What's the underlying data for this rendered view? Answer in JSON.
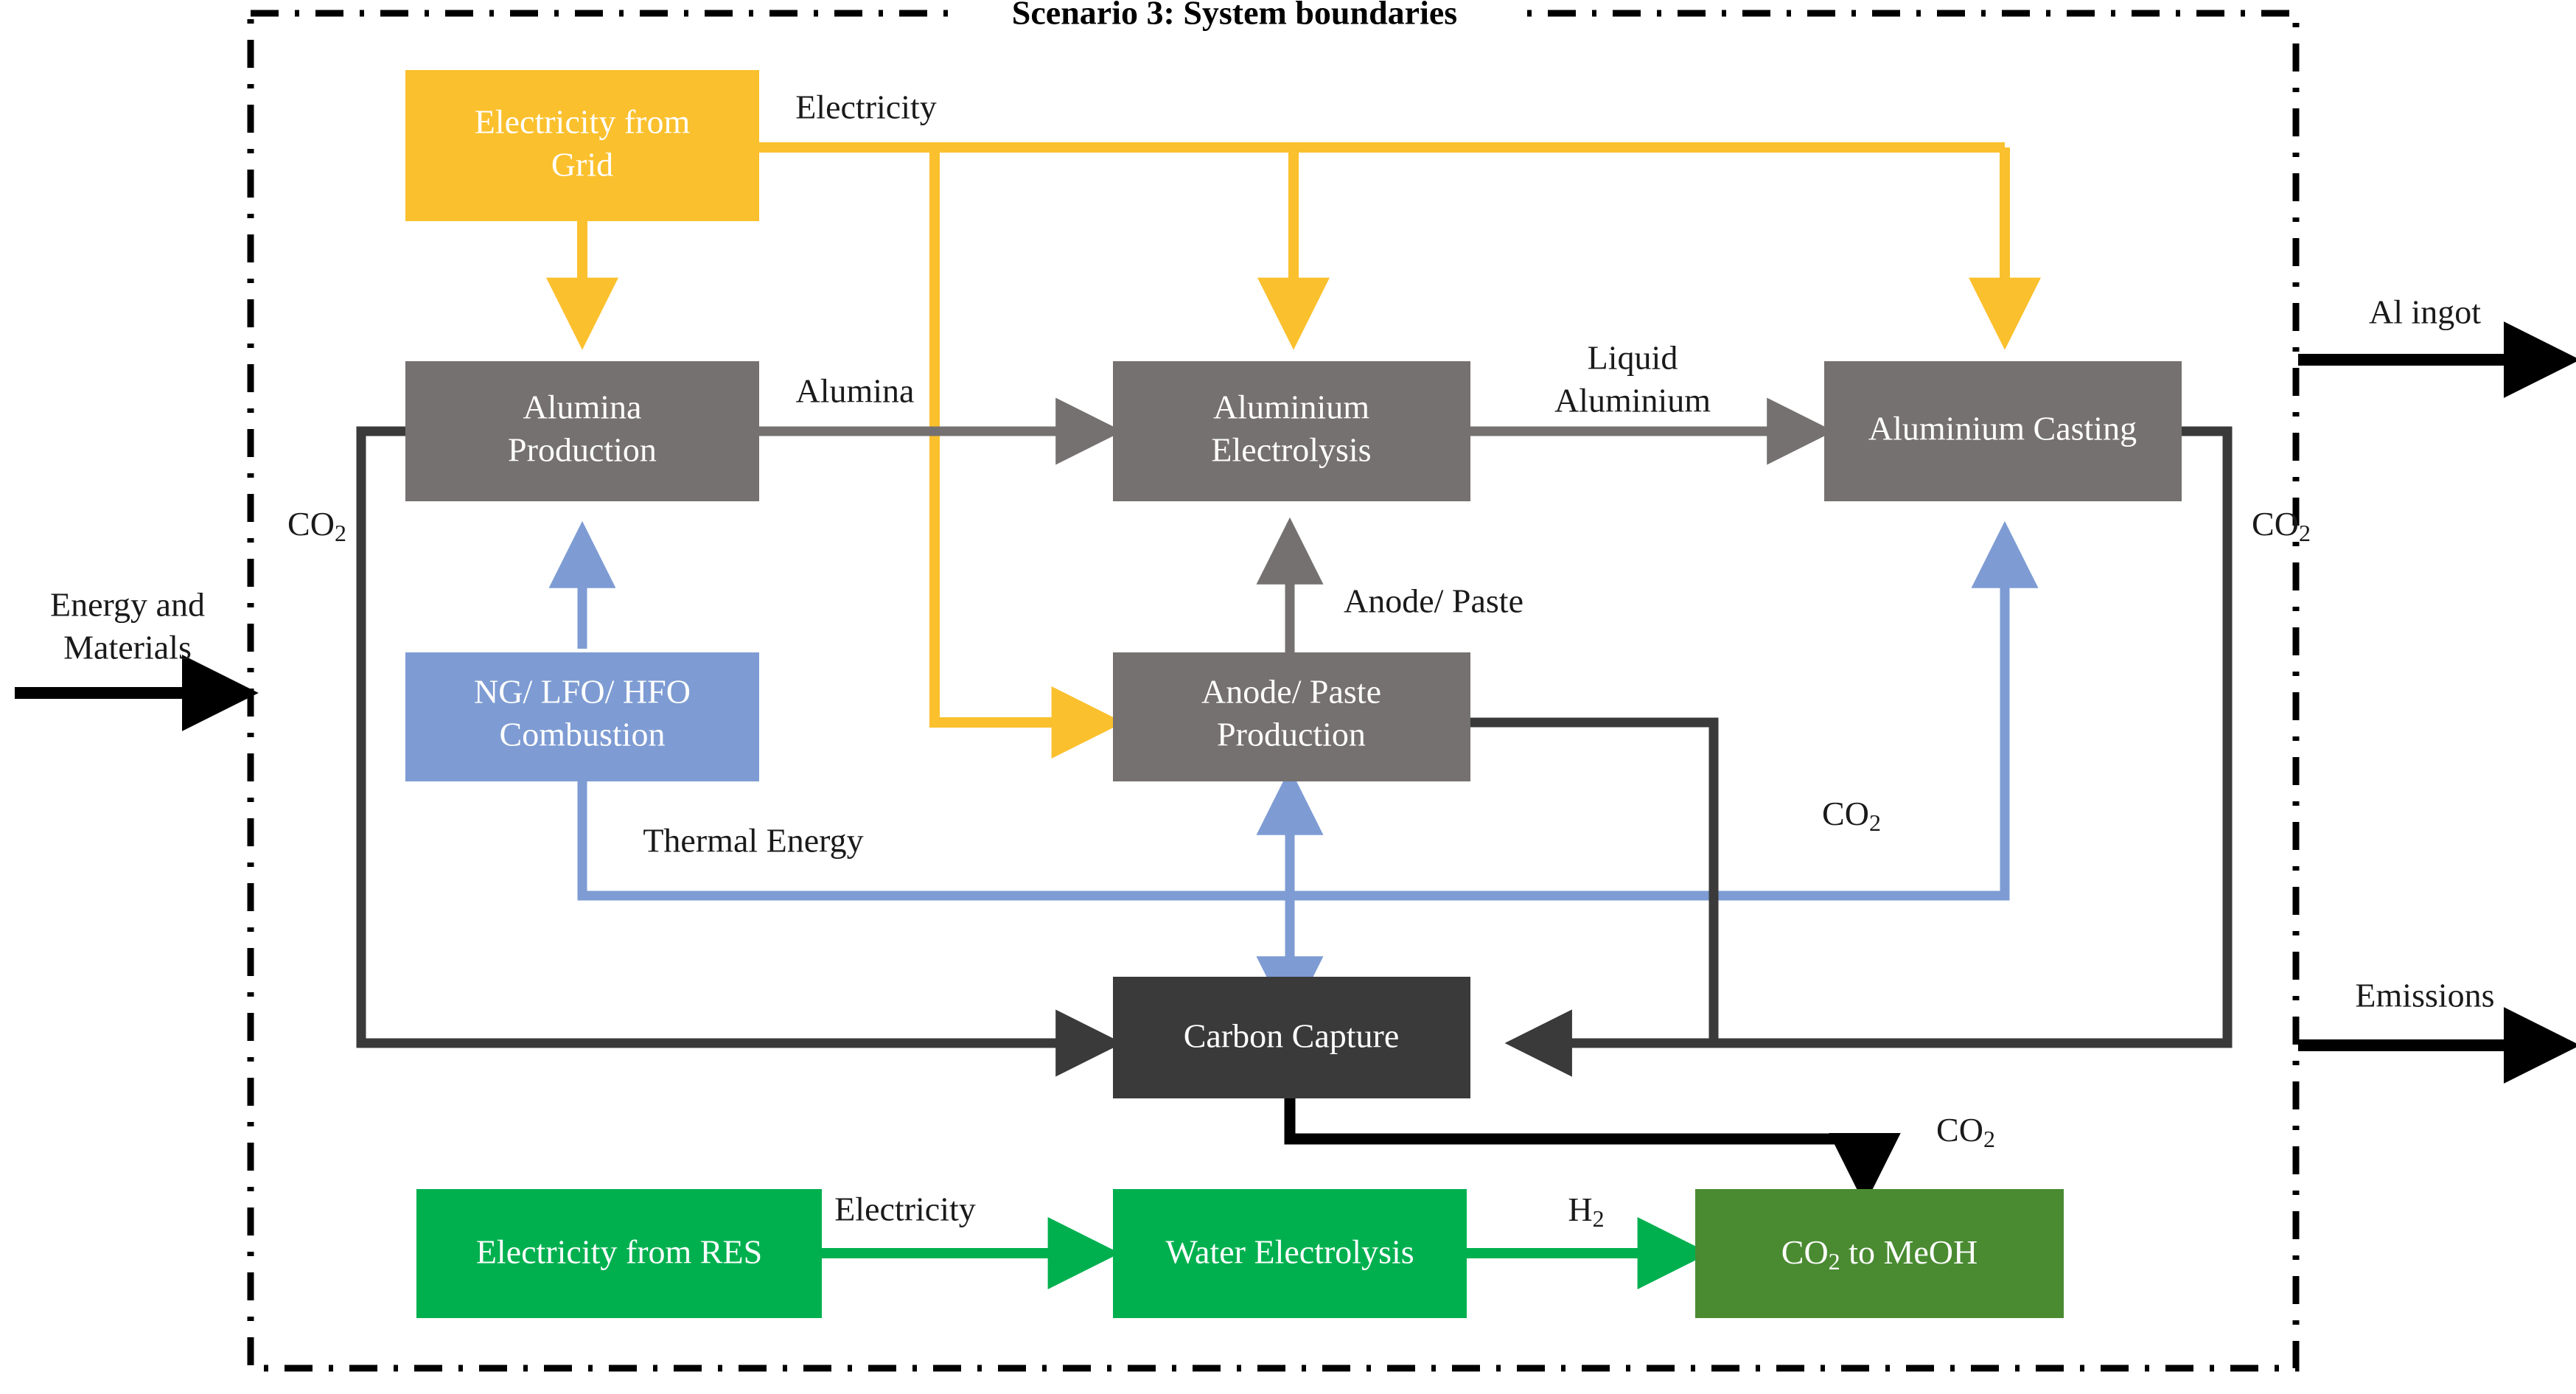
{
  "boundary": {
    "title": "Scenario 3: System boundaries",
    "style": "dash-dot",
    "color": "#000000"
  },
  "colors": {
    "grid_yellow": "#FBC02D",
    "process_gray": "#757170",
    "fuel_blue": "#7E9CD3",
    "capture_dark": "#3A3A3A",
    "res_green": "#00B04F",
    "meoh_green": "#4A8B32",
    "arrow_dark": "#3A3A3A",
    "arrow_gray": "#757170",
    "text_dark": "#1a1a1a"
  },
  "nodes": [
    {
      "id": "grid",
      "label_line1": "Electricity from",
      "label_line2": "Grid",
      "color": "#FBC02D"
    },
    {
      "id": "alumina",
      "label_line1": "Alumina",
      "label_line2": "Production",
      "color": "#757170"
    },
    {
      "id": "electrolysis",
      "label_line1": "Aluminium",
      "label_line2": "Electrolysis",
      "color": "#757170"
    },
    {
      "id": "casting",
      "label_line1": "Aluminium Casting",
      "label_line2": "",
      "color": "#757170"
    },
    {
      "id": "combustion",
      "label_line1": "NG/ LFO/ HFO",
      "label_line2": "Combustion",
      "color": "#7E9CD3"
    },
    {
      "id": "anode",
      "label_line1": "Anode/ Paste",
      "label_line2": "Production",
      "color": "#757170"
    },
    {
      "id": "capture",
      "label_line1": "Carbon Capture",
      "label_line2": "",
      "color": "#3A3A3A"
    },
    {
      "id": "res",
      "label_line1": "Electricity from RES",
      "label_line2": "",
      "color": "#00B04F"
    },
    {
      "id": "electrolyser",
      "label_line1": "Water Electrolysis",
      "label_line2": "",
      "color": "#00B04F"
    },
    {
      "id": "meoh",
      "label_prefix": "CO",
      "label_sub": "2",
      "label_suffix": " to MeOH",
      "color": "#4A8B32"
    }
  ],
  "flow_labels": {
    "electricity_top": "Electricity",
    "alumina": "Alumina",
    "liquid_aluminium_line1": "Liquid",
    "liquid_aluminium_line2": "Aluminium",
    "anode_paste": "Anode/ Paste",
    "thermal_energy": "Thermal Energy",
    "co2_left": {
      "prefix": "CO",
      "sub": "2"
    },
    "co2_right": {
      "prefix": "CO",
      "sub": "2"
    },
    "co2_mid": {
      "prefix": "CO",
      "sub": "2"
    },
    "co2_meoh": {
      "prefix": "CO",
      "sub": "2"
    },
    "electricity_res": "Electricity",
    "hydrogen": {
      "prefix": "H",
      "sub": "2"
    }
  },
  "io_labels": {
    "input_line1": "Energy and",
    "input_line2": "Materials",
    "output_product": "Al ingot",
    "output_emissions": "Emissions"
  }
}
